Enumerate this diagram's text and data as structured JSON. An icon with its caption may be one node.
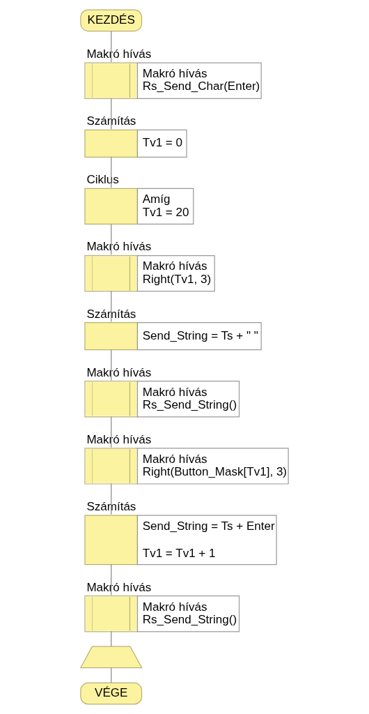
{
  "diagram": {
    "nodes": [
      {
        "text": [
          "KEZDÉS"
        ]
      },
      {
        "text": [
          "Makró hívás",
          "Makró hívás",
          "Rs_Send_Char(Enter)"
        ]
      },
      {
        "text": [
          "Számítás",
          "Tv1 = 0"
        ]
      },
      {
        "text": [
          "Ciklus",
          "Amíg",
          "Tv1 = 20"
        ]
      },
      {
        "text": [
          "Makró hívás",
          "Makró hívás",
          "Right(Tv1, 3)"
        ]
      },
      {
        "text": [
          "Számítás",
          "Send_String = Ts + \" \""
        ]
      },
      {
        "text": [
          "Makró hívás",
          "Makró hívás",
          "Rs_Send_String()"
        ]
      },
      {
        "text": [
          "Makró hívás",
          "Makró hívás",
          "Right(Button_Mask[Tv1], 3)"
        ]
      },
      {
        "text": [
          "Számítás",
          "Send_String = Ts + Enter",
          "Tv1 = Tv1 + 1"
        ]
      },
      {
        "text": [
          "Makró hívás",
          "Makró hívás",
          "Rs_Send_String()"
        ]
      },
      {
        "text": [],
        "shape": "trapezoid"
      },
      {
        "text": [
          "VÉGE"
        ]
      }
    ],
    "edges": [
      {
        "from": 0,
        "to": 1,
        "arrow": "none"
      },
      {
        "from": 1,
        "to": 2,
        "arrow": "none"
      },
      {
        "from": 2,
        "to": 3,
        "arrow": "none"
      },
      {
        "from": 3,
        "to": 4,
        "arrow": "none"
      },
      {
        "from": 4,
        "to": 5,
        "arrow": "none"
      },
      {
        "from": 5,
        "to": 6,
        "arrow": "none"
      },
      {
        "from": 6,
        "to": 7,
        "arrow": "none"
      },
      {
        "from": 7,
        "to": 8,
        "arrow": "none"
      },
      {
        "from": 8,
        "to": 9,
        "arrow": "none"
      },
      {
        "from": 9,
        "to": 10,
        "arrow": "none"
      },
      {
        "from": 10,
        "to": 11,
        "arrow": "none"
      }
    ]
  }
}
